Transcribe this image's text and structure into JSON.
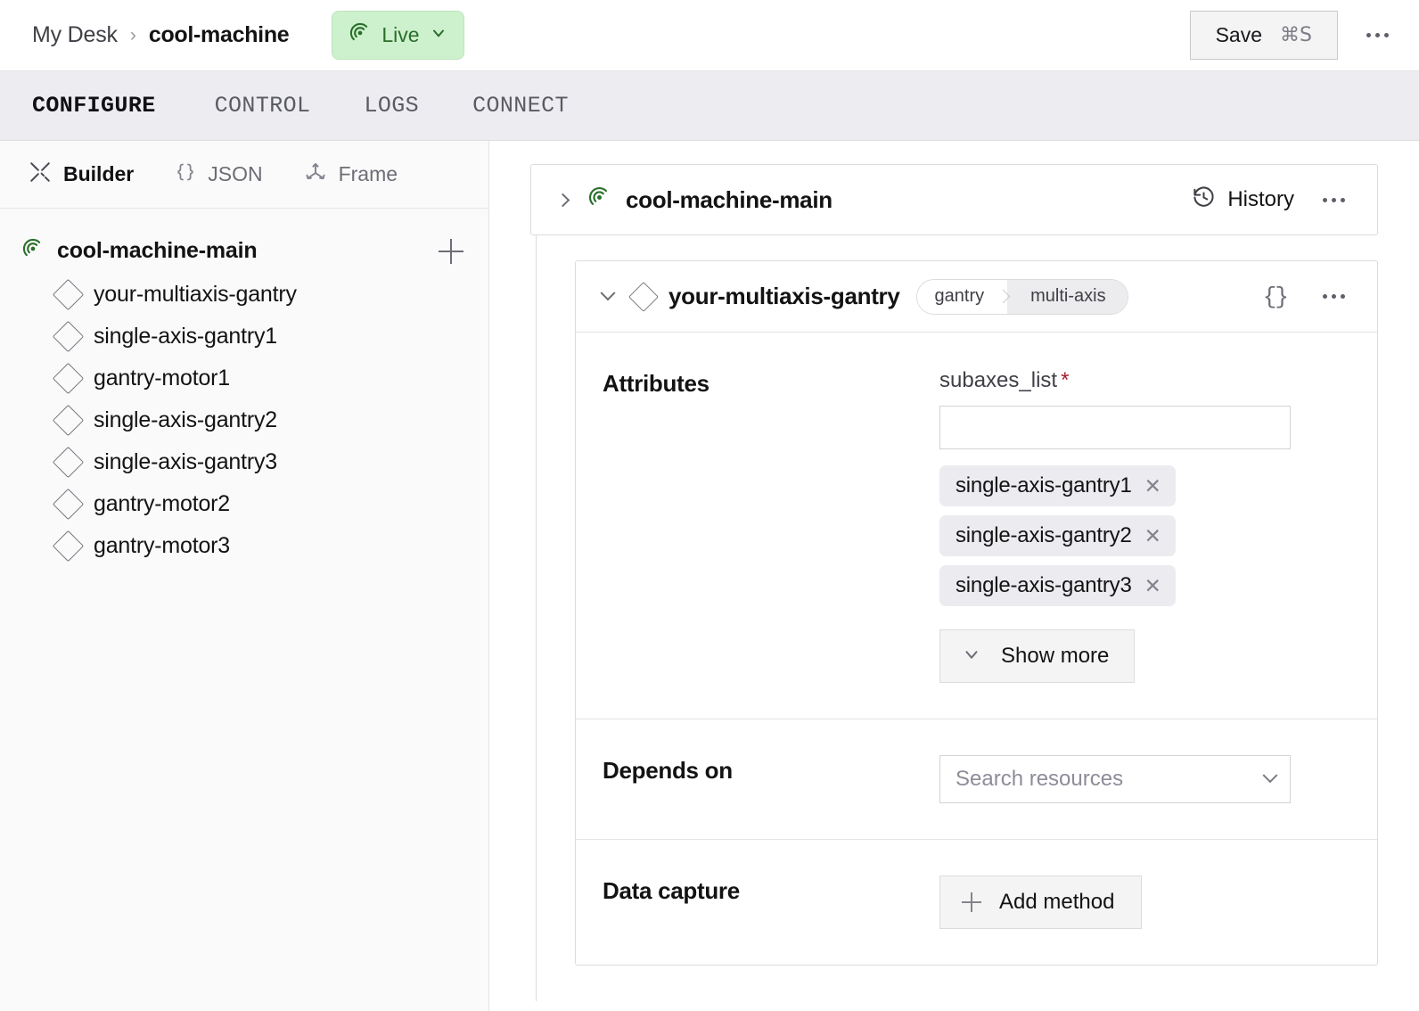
{
  "topbar": {
    "breadcrumb_root": "My Desk",
    "breadcrumb_sep": "›",
    "breadcrumb_current": "cool-machine",
    "status_badge": {
      "label": "Live",
      "icon": "radar-icon",
      "bg_color": "#cdf0cd",
      "text_color": "#2a6e2a"
    },
    "save_label": "Save",
    "save_shortcut": "⌘S",
    "overflow_icon": "ellipsis-icon"
  },
  "tabs": [
    {
      "label": "CONFIGURE",
      "active": true
    },
    {
      "label": "CONTROL",
      "active": false
    },
    {
      "label": "LOGS",
      "active": false
    },
    {
      "label": "CONNECT",
      "active": false
    }
  ],
  "sidebar": {
    "modes": [
      {
        "label": "Builder",
        "icon": "tools-icon",
        "active": true
      },
      {
        "label": "JSON",
        "icon": "braces-icon",
        "active": false
      },
      {
        "label": "Frame",
        "icon": "axes-icon",
        "active": false
      }
    ],
    "tree_root": {
      "label": "cool-machine-main",
      "icon": "radar-icon",
      "add_icon": "plus-icon"
    },
    "tree_items": [
      {
        "label": "your-multiaxis-gantry",
        "icon": "diamond-icon"
      },
      {
        "label": "single-axis-gantry1",
        "icon": "diamond-icon"
      },
      {
        "label": "gantry-motor1",
        "icon": "diamond-icon"
      },
      {
        "label": "single-axis-gantry2",
        "icon": "diamond-icon"
      },
      {
        "label": "single-axis-gantry3",
        "icon": "diamond-icon"
      },
      {
        "label": "gantry-motor2",
        "icon": "diamond-icon"
      },
      {
        "label": "gantry-motor3",
        "icon": "diamond-icon"
      }
    ]
  },
  "main": {
    "machine_card": {
      "title": "cool-machine-main",
      "expand_icon": "chevron-right-icon",
      "machine_icon": "radar-icon",
      "history_label": "History",
      "history_icon": "clock-rewind-icon",
      "overflow_icon": "ellipsis-icon"
    },
    "resource_card": {
      "title": "your-multiaxis-gantry",
      "collapse_icon": "chevron-down-icon",
      "resource_icon": "diamond-icon",
      "type_pill": {
        "api": "gantry",
        "model": "multi-axis"
      },
      "json_icon": "braces-icon",
      "overflow_icon": "ellipsis-icon",
      "sections": {
        "attributes": {
          "label": "Attributes",
          "field_label": "subaxes_list",
          "required_marker": "*",
          "input_value": "",
          "chips": [
            {
              "label": "single-axis-gantry1",
              "remove_icon": "close-icon"
            },
            {
              "label": "single-axis-gantry2",
              "remove_icon": "close-icon"
            },
            {
              "label": "single-axis-gantry3",
              "remove_icon": "close-icon"
            }
          ],
          "show_more_label": "Show more",
          "show_more_icon": "chevron-down-icon"
        },
        "depends_on": {
          "label": "Depends on",
          "placeholder": "Search resources",
          "chevron_icon": "chevron-down-icon"
        },
        "data_capture": {
          "label": "Data capture",
          "add_method_label": "Add method",
          "add_icon": "plus-icon"
        }
      }
    }
  }
}
